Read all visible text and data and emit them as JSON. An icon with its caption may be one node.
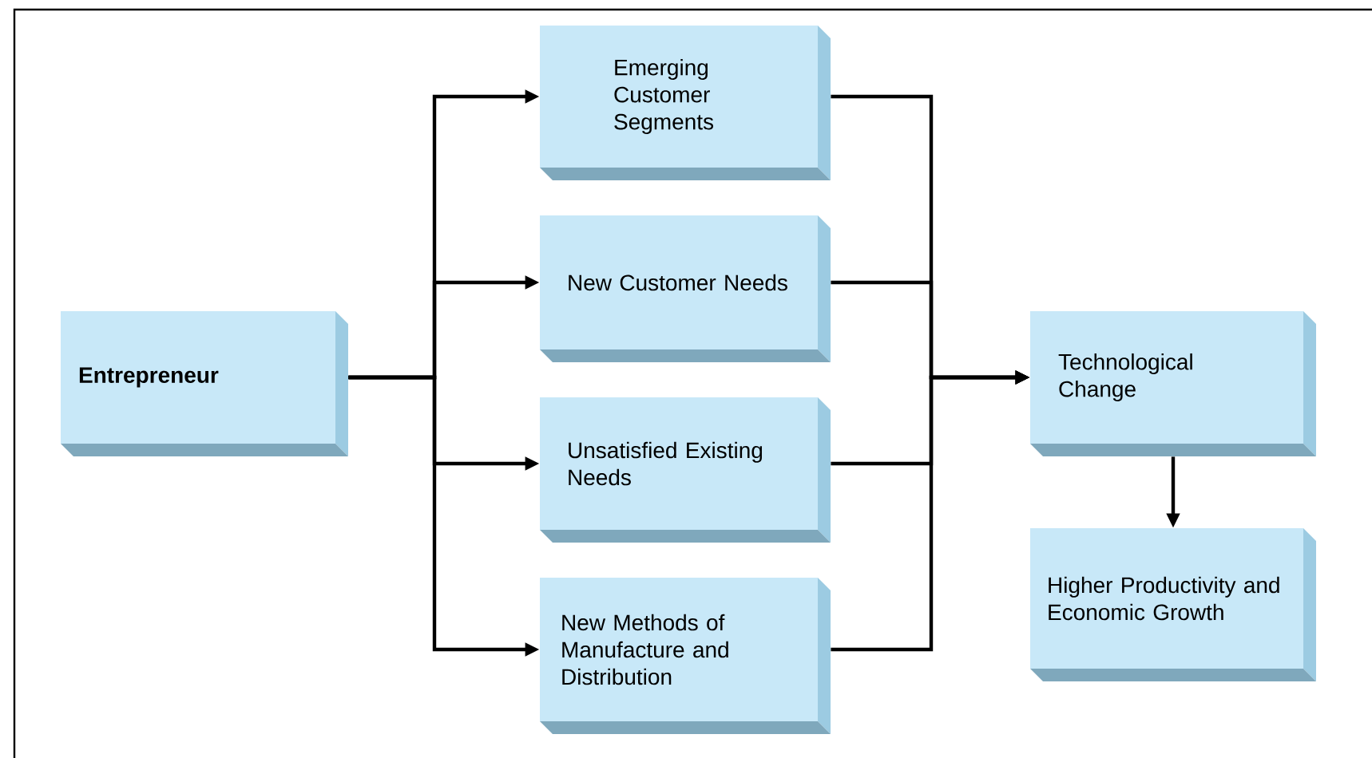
{
  "diagram": {
    "nodes": [
      {
        "text": [
          "Entrepreneur"
        ]
      },
      {
        "text": [
          "Emerging Customer Segments"
        ]
      },
      {
        "text": [
          "New Customer Needs"
        ]
      },
      {
        "text": [
          "Unsatisfied Existing Needs"
        ]
      },
      {
        "text": [
          "New Methods of Manufacture and Distribution"
        ]
      },
      {
        "text": [
          "Technological Change"
        ]
      },
      {
        "text": [
          "Higher Productivity and Economic Growth"
        ]
      }
    ],
    "edges": [
      {
        "from": 0,
        "to": 1,
        "arrow": "to"
      },
      {
        "from": 0,
        "to": 2,
        "arrow": "to"
      },
      {
        "from": 0,
        "to": 3,
        "arrow": "to"
      },
      {
        "from": 0,
        "to": 4,
        "arrow": "to"
      },
      {
        "from": 1,
        "to": 5,
        "arrow": "to"
      },
      {
        "from": 2,
        "to": 5,
        "arrow": "to"
      },
      {
        "from": 3,
        "to": 5,
        "arrow": "to"
      },
      {
        "from": 4,
        "to": 5,
        "arrow": "to"
      },
      {
        "from": 5,
        "to": 6,
        "arrow": "to"
      }
    ]
  }
}
